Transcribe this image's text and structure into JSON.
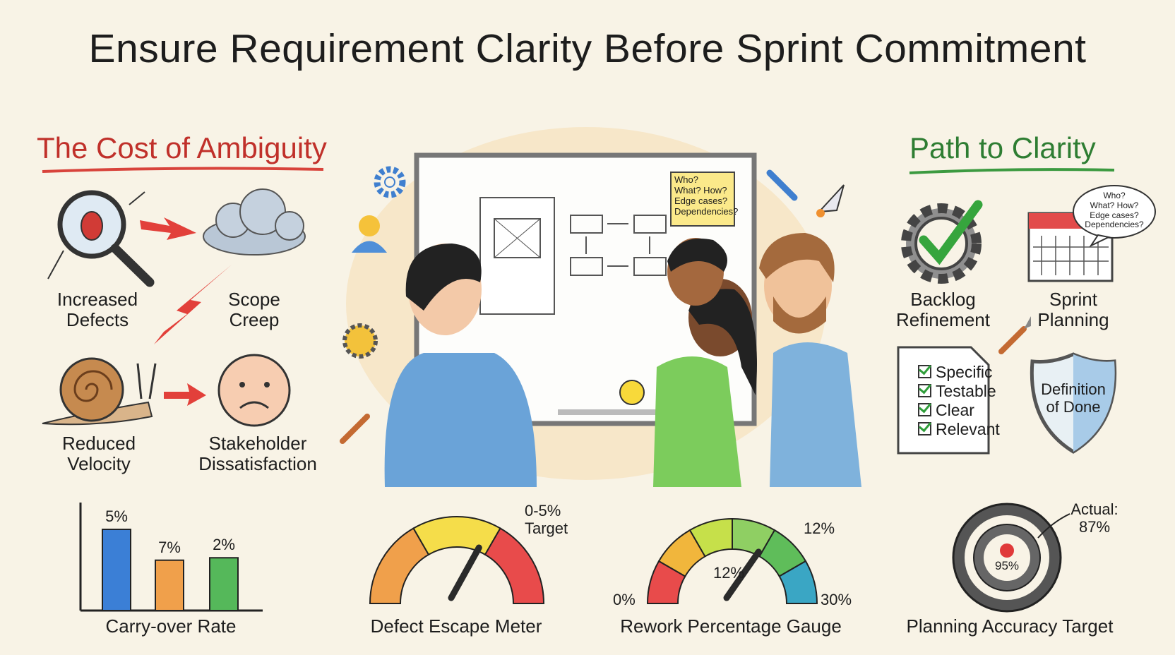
{
  "title": "Ensure Requirement Clarity Before Sprint Commitment",
  "colors": {
    "background": "#f8f3e6",
    "cost_heading": "#c0302a",
    "clarity_heading": "#2e7d32",
    "bar_blue": "#3b7fd6",
    "bar_orange": "#f0a04b",
    "bar_green": "#55b85a",
    "target_center": "#e03a3a"
  },
  "cost_of_ambiguity": {
    "heading": "The Cost of Ambiguity",
    "items": [
      {
        "label": "Increased Defects",
        "icon": "magnifier-bug-icon"
      },
      {
        "label": "Scope Creep",
        "icon": "storm-cloud-icon"
      },
      {
        "label": "Reduced Velocity",
        "icon": "snail-icon"
      },
      {
        "label": "Stakeholder Dissatisfaction",
        "icon": "sad-face-icon"
      }
    ]
  },
  "whiteboard": {
    "sticky_note": [
      "Who?",
      "What? How?",
      "Edge cases?",
      "Dependencies?"
    ],
    "icons": [
      "gear-icon",
      "user-icon",
      "smiley-gear-icon",
      "paintbrush-icon",
      "wrench-icon",
      "rocket-icon",
      "shield-icon",
      "lightbulb-icon"
    ]
  },
  "path_to_clarity": {
    "heading": "Path to Clarity",
    "backlog": {
      "label": "Backlog Refinement",
      "icon": "gear-check-icon"
    },
    "sprint": {
      "label": "Sprint Planning",
      "icon": "calendar-icon",
      "bubble": [
        "Who?",
        "What? How?",
        "Edge cases?",
        "Dependencies?"
      ]
    },
    "checklist": [
      "Specific",
      "Testable",
      "Clear",
      "Relevant"
    ],
    "shield": "Definition of Done"
  },
  "chart_data": [
    {
      "type": "bar",
      "title": "Carry-over Rate",
      "categories": [
        "",
        "",
        ""
      ],
      "value_labels": [
        "5%",
        "7%",
        "2%"
      ],
      "drawn_levels": [
        1.0,
        0.62,
        0.65
      ],
      "colors": [
        "#3b7fd6",
        "#f0a04b",
        "#55b85a"
      ]
    },
    {
      "type": "gauge",
      "title": "Defect Escape Meter",
      "annotation": "0-5% Target",
      "needle_level": 0.62,
      "bands": [
        "#f0a04b",
        "#f5dd4a",
        "#e84b4b"
      ]
    },
    {
      "type": "gauge",
      "title": "Rework Percentage Gauge",
      "min_label": "0%",
      "max_label": "30%",
      "value_label": "12%",
      "pointer_label": "12%",
      "needle_level": 0.65,
      "bands": [
        "#e84b4b",
        "#f1b63c",
        "#c6e04a",
        "#8fcf63",
        "#5fbd5a",
        "#3aa6c4"
      ]
    },
    {
      "type": "target",
      "title": "Planning Accuracy Target",
      "center_label": "95%",
      "annotation": "Actual: 87%"
    }
  ]
}
